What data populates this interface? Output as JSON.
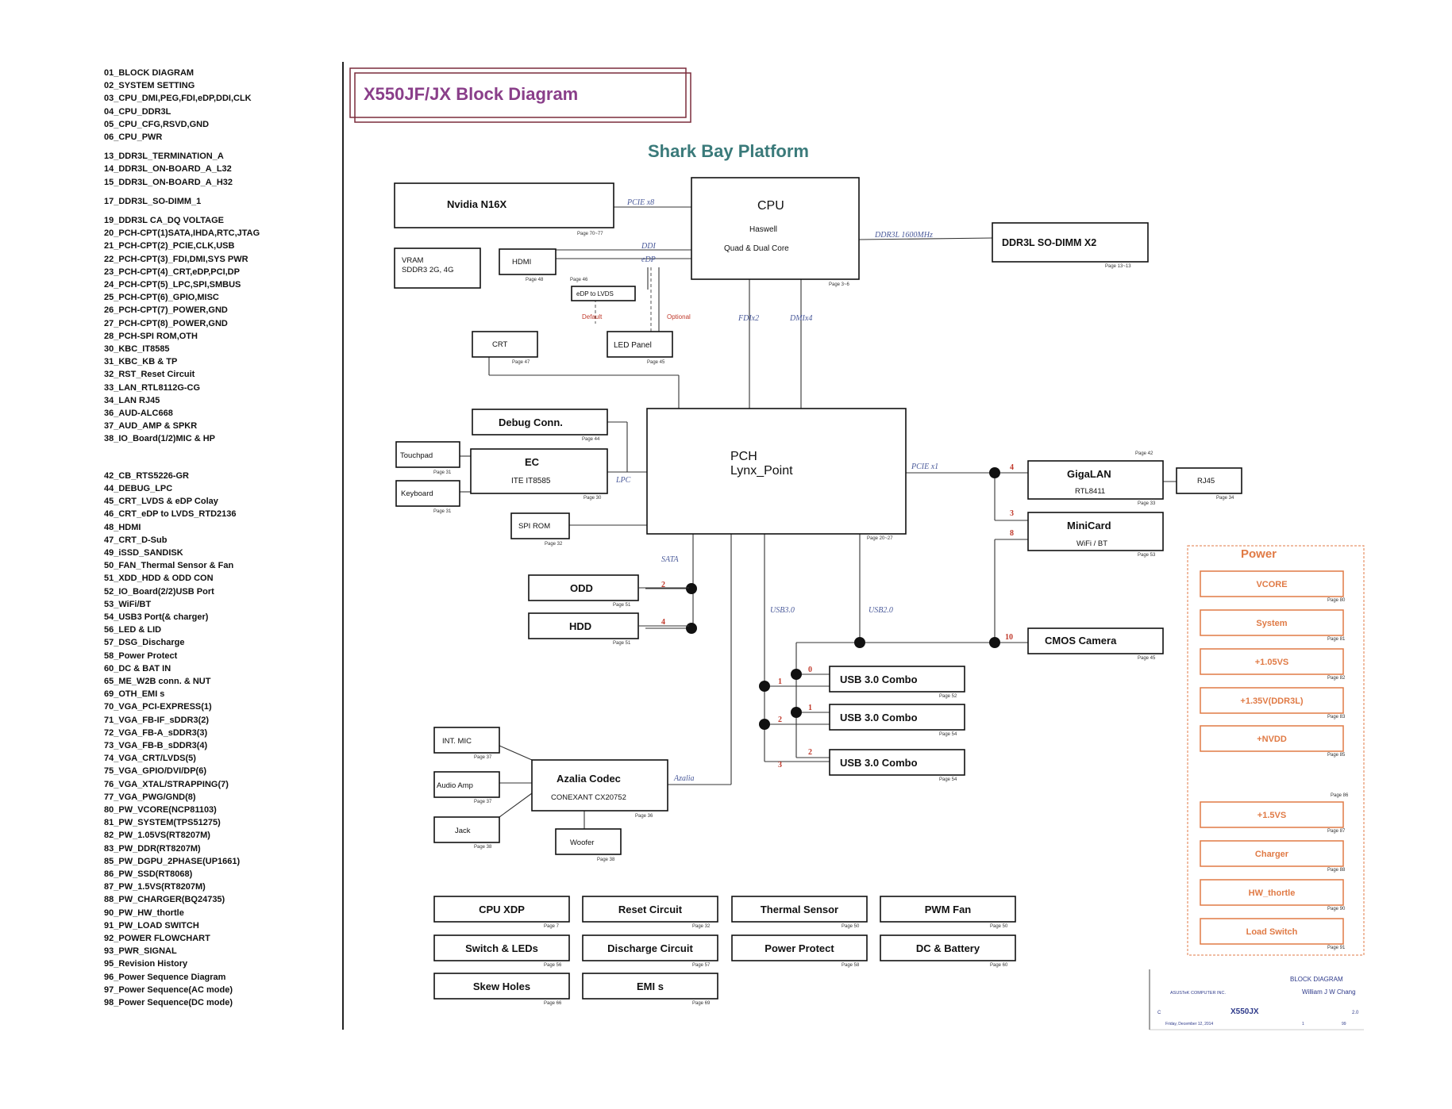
{
  "title": "X550JF/JX Block Diagram",
  "platform": "Shark Bay Platform",
  "toc": [
    "01_BLOCK DIAGRAM",
    "02_SYSTEM SETTING",
    "03_CPU_DMI,PEG,FDI,eDP,DDI,CLK",
    "04_CPU_DDR3L",
    "05_CPU_CFG,RSVD,GND",
    "06_CPU_PWR",
    "|",
    "13_DDR3L_TERMINATION_A",
    "14_DDR3L_ON-BOARD_A_L32",
    "15_DDR3L_ON-BOARD_A_H32",
    "|",
    "17_DDR3L_SO-DIMM_1",
    "|",
    "19_DDR3L CA_DQ VOLTAGE",
    "20_PCH-CPT(1)SATA,IHDA,RTC,JTAG",
    "21_PCH-CPT(2)_PCIE,CLK,USB",
    "22_PCH-CPT(3)_FDI,DMI,SYS PWR",
    "23_PCH-CPT(4)_CRT,eDP,PCI,DP",
    "24_PCH-CPT(5)_LPC,SPI,SMBUS",
    "25_PCH-CPT(6)_GPIO,MISC",
    "26_PCH-CPT(7)_POWER,GND",
    "27_PCH-CPT(8)_POWER,GND",
    "28_PCH-SPI ROM,OTH",
    "30_KBC_IT8585",
    "31_KBC_KB & TP",
    "32_RST_Reset Circuit",
    "33_LAN_RTL8112G-CG",
    "34_LAN RJ45",
    "36_AUD-ALC668",
    "37_AUD_AMP & SPKR",
    "38_IO_Board(1/2)MIC & HP",
    "||",
    "42_CB_RTS5226-GR",
    "44_DEBUG_LPC",
    "45_CRT_LVDS & eDP Colay",
    "46_CRT_eDP to LVDS_RTD2136",
    "48_HDMI",
    "47_CRT_D-Sub",
    "49_iSSD_SANDISK",
    "50_FAN_Thermal Sensor & Fan",
    "51_XDD_HDD & ODD CON",
    "52_IO_Board(2/2)USB Port",
    "53_WiFi/BT",
    "54_USB3 Port(& charger)",
    "56_LED & LID",
    "57_DSG_Discharge",
    "58_Power Protect",
    "60_DC & BAT IN",
    "65_ME_W2B conn. & NUT",
    "69_OTH_EMI s",
    "70_VGA_PCI-EXPRESS(1)",
    "71_VGA_FB-IF_sDDR3(2)",
    "72_VGA_FB-A_sDDR3(3)",
    "73_VGA_FB-B_sDDR3(4)",
    "74_VGA_CRT/LVDS(5)",
    "75_VGA_GPIO/DVI/DP(6)",
    "76_VGA_XTAL/STRAPPING(7)",
    "77_VGA_PWG/GND(8)",
    "80_PW_VCORE(NCP81103)",
    "81_PW_SYSTEM(TPS51275)",
    "82_PW_1.05VS(RT8207M)",
    "83_PW_DDR(RT8207M)",
    "85_PW_DGPU_2PHASE(UP1661)",
    "86_PW_SSD(RT8068)",
    "87_PW_1.5VS(RT8207M)",
    "88_PW_CHARGER(BQ24735)",
    "90_PW_HW_thortle",
    "91_PW_LOAD SWITCH",
    "92_POWER FLOWCHART",
    "93_PWR_SIGNAL",
    "95_Revision History",
    "96_Power Sequence Diagram",
    "97_Power Sequence(AC mode)",
    "98_Power Sequence(DC mode)"
  ],
  "blocks": {
    "nvidia": "Nvidia N16X",
    "nvidia_page": "Page 70~77",
    "cpu": "CPU",
    "cpu_sub1": "Haswell",
    "cpu_sub2": "Quad & Dual Core",
    "cpu_page": "Page 3~6",
    "ddr": "DDR3L SO-DIMM X2",
    "ddr_page": "Page 13~13",
    "vram1": "VRAM",
    "vram2": "SDDR3 2G, 4G",
    "hdmi": "HDMI",
    "hdmi_page": "Page 48",
    "edp_lvds": "eDP to LVDS",
    "edp_lvds_page": "Page 46",
    "default": "Default",
    "optional": "Optional",
    "crt": "CRT",
    "crt_page": "Page 47",
    "led_panel": "LED Panel",
    "led_page": "Page 45",
    "debug": "Debug Conn.",
    "debug_page": "Page 44",
    "pch1": "PCH",
    "pch2": "Lynx_Point",
    "pch_page": "Page 20~27",
    "touchpad": "Touchpad",
    "touchpad_page": "Page 31",
    "ec": "EC",
    "ec_sub": "ITE IT8585",
    "ec_page": "Page 30",
    "keyboard": "Keyboard",
    "keyboard_page": "Page 31",
    "spirom": "SPI ROM",
    "spirom_page": "Page 32",
    "gigalan": "GigaLAN",
    "gigalan_sub": "RTL8411",
    "gigalan_page": "Page 33",
    "gigalan_top_page": "Page 42",
    "rj45": "RJ45",
    "rj45_page": "Page 34",
    "minicard": "MiniCard",
    "minicard_sub": "WiFi / BT",
    "minicard_page": "Page 53",
    "odd": "ODD",
    "odd_page": "Page 51",
    "hdd": "HDD",
    "hdd_page": "Page 51",
    "cmos": "CMOS Camera",
    "cmos_page": "Page 45",
    "usb": "USB 3.0 Combo",
    "usb_page1": "Page 52",
    "usb_page2": "Page 54",
    "usb_page3": "Page 54",
    "intmic": "INT. MIC",
    "intmic_page": "Page 37",
    "audioamp": "Audio Amp",
    "audioamp_page": "Page 37",
    "jack": "Jack",
    "jack_page": "Page 38",
    "azalia": "Azalia Codec",
    "azalia_sub": "CONEXANT CX20752",
    "azalia_page": "Page 36",
    "woofer": "Woofer",
    "woofer_page": "Page 38"
  },
  "buses": {
    "pcie8": "PCIE x8",
    "ddi": "DDI",
    "edp": "eDP",
    "ddr3l": "DDR3L 1600MHz",
    "fdi": "FDIx2",
    "dmi": "DMIx4",
    "pcie1": "PCIE x1",
    "lpc": "LPC",
    "sata": "SATA",
    "usb30": "USB3.0",
    "usb20": "USB2.0",
    "azalia": "Azalia"
  },
  "ports": {
    "p4": "4",
    "p3": "3",
    "p8": "8",
    "p10": "10",
    "s2": "2",
    "s4": "4",
    "u1": "1",
    "u2": "2",
    "u3": "3",
    "c0": "0",
    "c1": "1",
    "c2": "2"
  },
  "bottom_boxes": [
    {
      "label": "CPU XDP",
      "page": "Page 7"
    },
    {
      "label": "Reset Circuit",
      "page": "Page 32"
    },
    {
      "label": "Thermal Sensor",
      "page": "Page 50"
    },
    {
      "label": "PWM Fan",
      "page": "Page 50"
    },
    {
      "label": "Switch & LEDs",
      "page": "Page 56"
    },
    {
      "label": "Discharge Circuit",
      "page": "Page 57"
    },
    {
      "label": "Power Protect",
      "page": "Page 58"
    },
    {
      "label": "DC & Battery",
      "page": "Page 60"
    },
    {
      "label": "Skew Holes",
      "page": "Page 66"
    },
    {
      "label": "EMI s",
      "page": "Page 69"
    }
  ],
  "power": {
    "title": "Power",
    "items": [
      {
        "label": "VCORE",
        "page": "Page 80"
      },
      {
        "label": "System",
        "page": "Page 81"
      },
      {
        "label": "+1.05VS",
        "page": "Page 82"
      },
      {
        "label": "+1.35V(DDR3L)",
        "page": "Page 83"
      },
      {
        "label": "+NVDD",
        "page": "Page 85"
      },
      {
        "label": "+1.5VS",
        "page": "Page 87"
      },
      {
        "label": "Charger",
        "page": "Page 88"
      },
      {
        "label": "HW_thortle",
        "page": "Page 90"
      },
      {
        "label": "Load Switch",
        "page": "Page 91"
      }
    ],
    "gap_page": "Page 86"
  },
  "titleblock": {
    "company": "ASUSTeK COMPUTER INC.",
    "doc": "BLOCK DIAGRAM",
    "engineer": "William J W Chang",
    "size": "C",
    "model": "X550JX",
    "rev": "2.0",
    "date": "Friday, December 12, 2014",
    "sheet": "1",
    "of": "99"
  }
}
